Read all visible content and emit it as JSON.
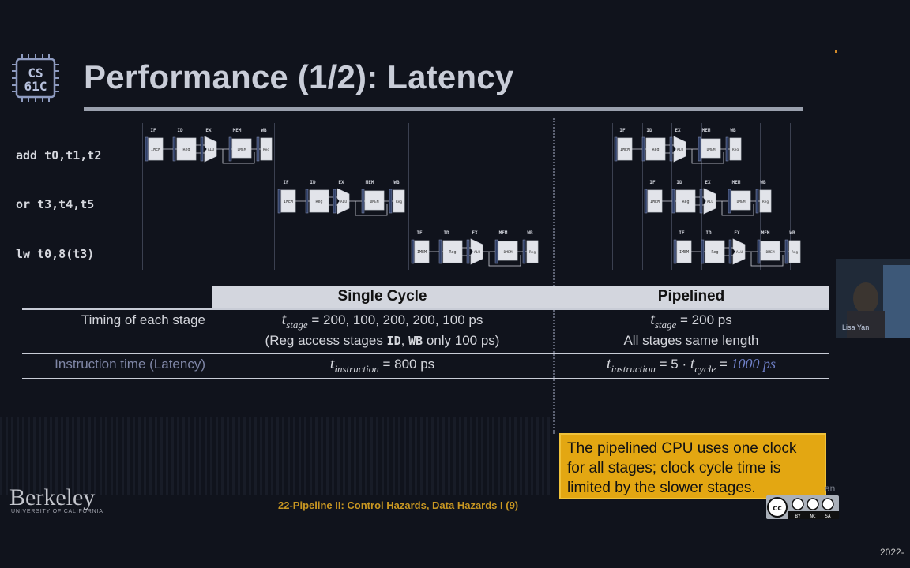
{
  "slide": {
    "logo_line1": "CS",
    "logo_line2": "61C",
    "title": "Performance (1/2): Latency"
  },
  "instructions": [
    "add t0,t1,t2",
    "or t3,t4,t5",
    "lw t0,8(t3)"
  ],
  "datapath_stages": [
    "IF",
    "ID",
    "EX",
    "MEM",
    "WB"
  ],
  "datapath_units": {
    "imem": "IMEM",
    "reg": "Reg",
    "alu": "ALU",
    "dmem": "DMEM"
  },
  "table": {
    "headers": {
      "single": "Single Cycle",
      "pipelined": "Pipelined"
    },
    "row1": {
      "label": "Timing of each stage",
      "single_var": "t",
      "single_sub": "stage",
      "single_value": " = 200, 100, 200, 200, 100 ps",
      "single_note_pre": "(Reg access stages ",
      "single_note_id": "ID",
      "single_note_mid": ", ",
      "single_note_wb": "WB",
      "single_note_post": " only 100 ps)",
      "pipe_var": "t",
      "pipe_sub": "stage",
      "pipe_value": " = 200 ps",
      "pipe_note": "All stages same length"
    },
    "row2": {
      "label": "Instruction time (Latency)",
      "single_var": "t",
      "single_sub": "instruction",
      "single_value": " = 800 ps",
      "pipe_var": "t",
      "pipe_sub": "instruction",
      "pipe_mid": " = 5 · ",
      "pipe_var2": "t",
      "pipe_sub2": "cycle",
      "pipe_eq": " = ",
      "pipe_value": "1000 ps"
    }
  },
  "callout": {
    "line1": "The pipelined CPU uses one clock",
    "line2": "for all stages; clock cycle time is",
    "line3": "limited by the slower stages."
  },
  "footer": {
    "berkeley": "Berkeley",
    "berkeley_sub": "UNIVERSITY OF CALIFORNIA",
    "lecture": "22-Pipeline II: Control Hazards, Data Hazards I (9)",
    "cc_labels": [
      "BY",
      "NC",
      "SA"
    ],
    "cc_partial": "an"
  },
  "overlay": {
    "speaker_name": "Lisa Yan",
    "date": "2022-"
  },
  "colors": {
    "background": "#10131c",
    "header_bar": "#d3d6de",
    "callout": "#e3a712",
    "footer_text": "#c99722"
  }
}
